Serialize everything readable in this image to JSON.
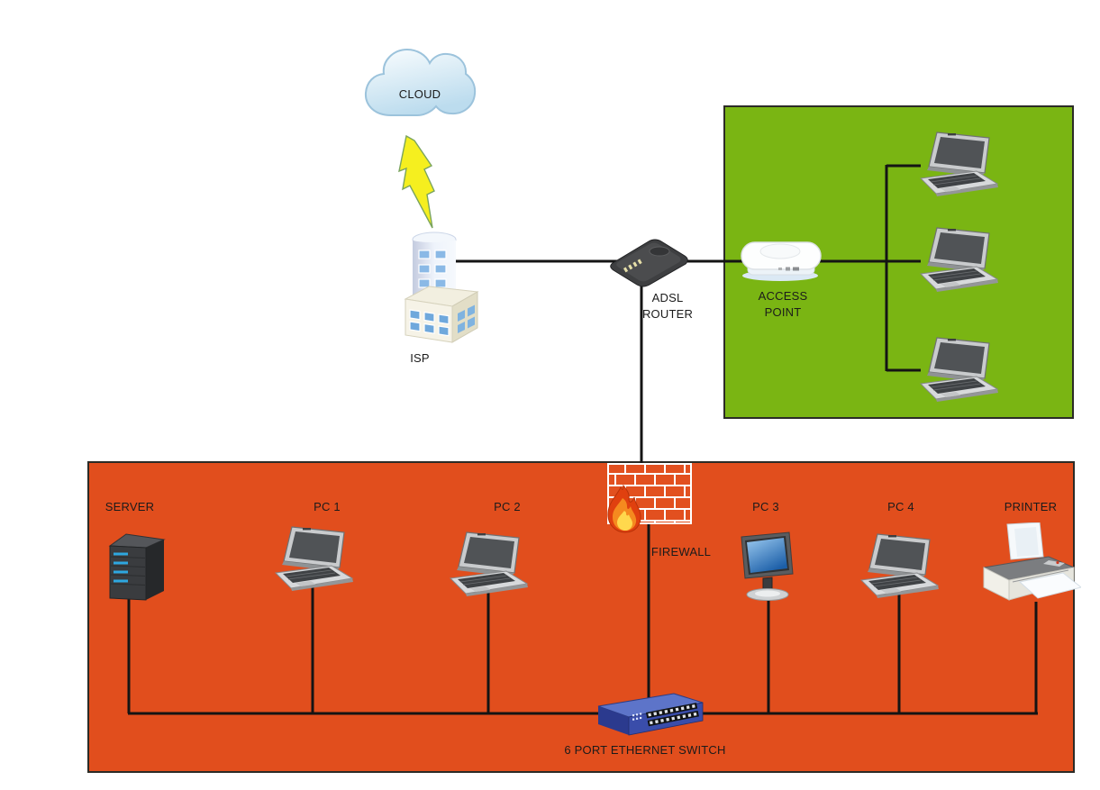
{
  "labels": {
    "cloud": "CLOUD",
    "isp": "ISP",
    "adsl_router": "ADSL\nROUTER",
    "access_point": "ACCESS\nPOINT",
    "firewall": "FIREWALL",
    "server": "SERVER",
    "pc1": "PC 1",
    "pc2": "PC 2",
    "pc3": "PC 3",
    "pc4": "PC 4",
    "printer": "PRINTER",
    "switch": "6 PORT ETHERNET SWITCH"
  },
  "zones": {
    "wireless": {
      "fill": "#7ab513",
      "border": "#2b2b26"
    },
    "lan": {
      "fill": "#e14e1d",
      "border": "#2b2b26"
    }
  },
  "colors": {
    "wire": "#141414",
    "lightning_fill": "#f5ef1f",
    "lightning_stroke": "#7aa45e",
    "cloud_light": "#fafdfe",
    "cloud_dark": "#bcdcee",
    "screen_blue_top": "#9ccaf0",
    "screen_blue_bottom": "#1c5fa8",
    "switch_blue": "#3a4daa",
    "brick_orange": "#e2501f",
    "server_led_blue": "#2ea7e0"
  },
  "connections": [
    {
      "from": "cloud",
      "to": "isp",
      "via": "lightning-link"
    },
    {
      "from": "isp",
      "to": "adsl_router"
    },
    {
      "from": "adsl_router",
      "to": "access_point"
    },
    {
      "from": "access_point",
      "to": "wireless_laptop_1"
    },
    {
      "from": "access_point",
      "to": "wireless_laptop_2"
    },
    {
      "from": "access_point",
      "to": "wireless_laptop_3"
    },
    {
      "from": "adsl_router",
      "to": "firewall"
    },
    {
      "from": "firewall",
      "to": "switch"
    },
    {
      "from": "switch",
      "to": "server"
    },
    {
      "from": "switch",
      "to": "pc1"
    },
    {
      "from": "switch",
      "to": "pc2"
    },
    {
      "from": "switch",
      "to": "pc3"
    },
    {
      "from": "switch",
      "to": "pc4"
    },
    {
      "from": "switch",
      "to": "printer"
    }
  ]
}
